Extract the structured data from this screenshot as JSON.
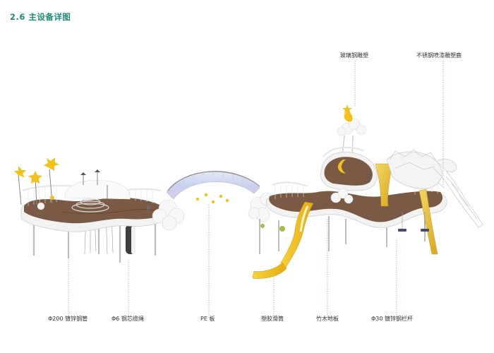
{
  "title": "2.6 主设备详图",
  "labels": {
    "glass_steel_sculpture": "玻璃钢雕塑",
    "stainless_deer_sculpture": "不锈钢喷漆雕塑鹿",
    "galvanized_pipe": "Φ200 镀锌钢管",
    "steel_core_rope": "Φ6 钢芯缆绳",
    "pe_board": "PE 板",
    "plastic_slide_tube": "塑胶滑筒",
    "bamboo_floor": "竹木地板",
    "galvanized_railing": "Φ30 镀锌钢栏杆"
  },
  "colors": {
    "title": "#1f8a78",
    "deck_wood": "#7a5a44",
    "deck_white": "#f2f2f2",
    "slide_yellow": "#f2c21b",
    "leader_line": "#c9828a"
  }
}
